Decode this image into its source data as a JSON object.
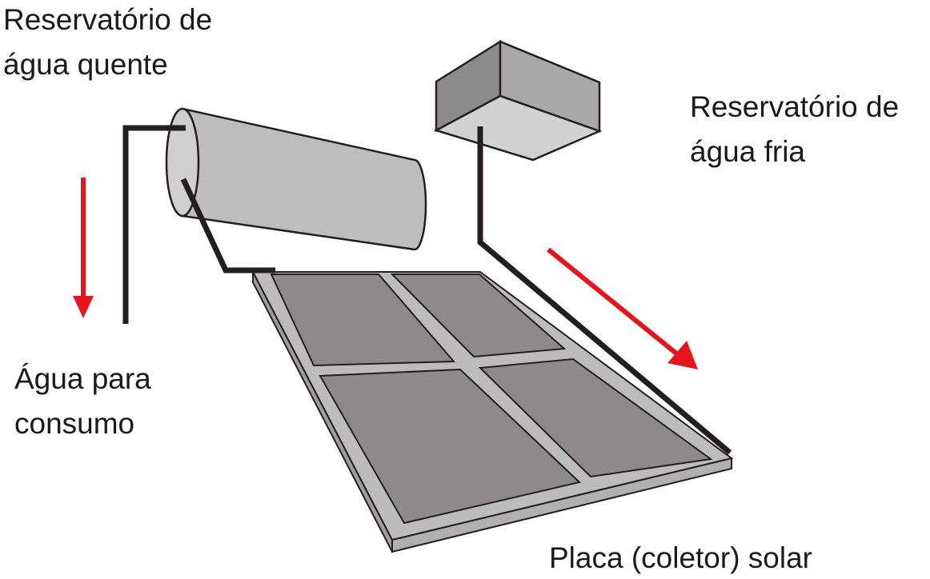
{
  "labels": {
    "hot_tank": [
      "Reservatório de",
      "água quente"
    ],
    "cold_tank": [
      "Reservatório de",
      "água fria"
    ],
    "consumption": [
      "Água para",
      "consumo"
    ],
    "collector": "Placa (coletor) solar"
  },
  "colors": {
    "arrow": "#e8141c",
    "pipe": "#231f20",
    "panel_cell": "#8e8a8b",
    "panel_frame": "#bcbcbc",
    "tank_body": "#bdbdbd",
    "box_front": "#9a9a9a",
    "box_top": "#a8a8a8",
    "box_bottom": "#d2d2d2"
  }
}
